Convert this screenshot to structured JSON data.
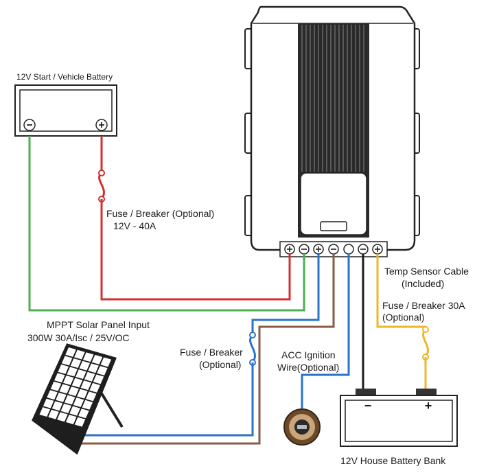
{
  "labels": {
    "start_battery": "12V Start / Vehicle Battery",
    "fuse_start_line1": "Fuse / Breaker  (Optional)",
    "fuse_start_line2": "12V - 40A",
    "solar_line1": "MPPT Solar Panel Input",
    "solar_line2": "300W    30A/Isc  /  25V/OC",
    "fuse_solar_line1": "Fuse / Breaker",
    "fuse_solar_line2": "(Optional)",
    "acc_line1": "ACC Ignition",
    "acc_line2": "Wire(Optional)",
    "temp_line1": "Temp Sensor Cable",
    "temp_line2": "(Included)",
    "fuse_house_line1": "Fuse / Breaker  30A",
    "fuse_house_line2": "(Optional)",
    "house_battery": "12V House Battery Bank",
    "minus_sign": "−",
    "plus_sign": "+"
  },
  "wire_colors": {
    "green": "#4caf50",
    "red": "#d32f2f",
    "blue": "#2a73c8",
    "brown": "#8a5a44",
    "yellow": "#f0b429",
    "black": "#1a1a1a"
  }
}
